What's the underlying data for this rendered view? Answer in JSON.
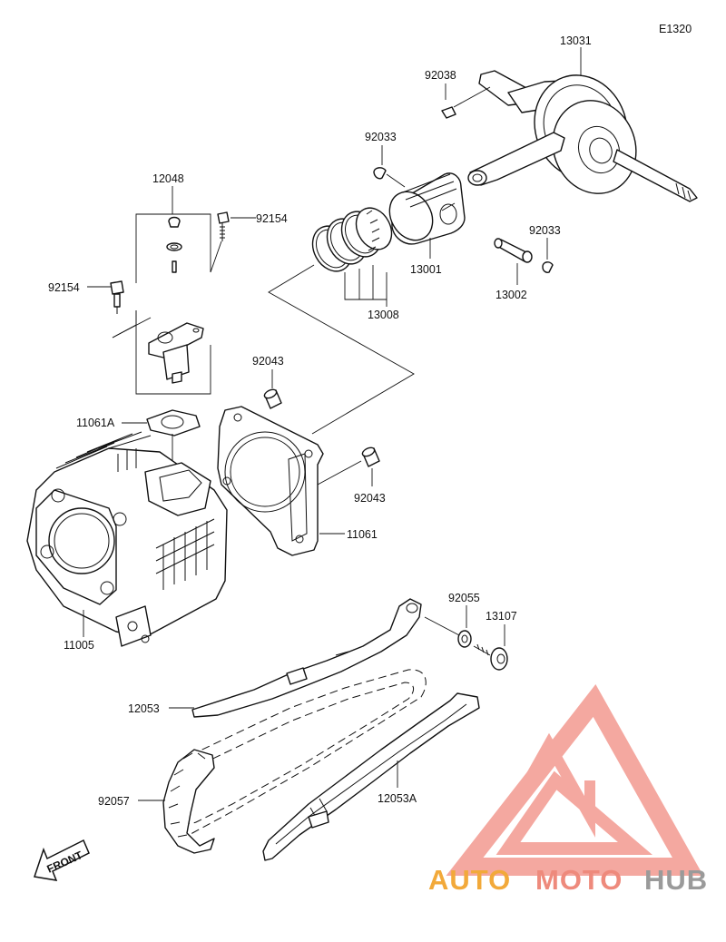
{
  "diagram_code": "E1320",
  "labels": {
    "p13031": "13031",
    "p92038": "92038",
    "p92033a": "92033",
    "p92033b": "92033",
    "p12048": "12048",
    "p92154a": "92154",
    "p92154b": "92154",
    "p13001": "13001",
    "p13002": "13002",
    "p13008": "13008",
    "p92043a": "92043",
    "p92043b": "92043",
    "p11061a": "11061A",
    "p11061": "11061",
    "p11005": "11005",
    "p92055": "92055",
    "p13107": "13107",
    "p12053": "12053",
    "p12053a": "12053A",
    "p92057": "92057"
  },
  "front_arrow": "FRONT",
  "watermark": {
    "word1": "AUTO",
    "word2": "MOTO",
    "word3": "HUB",
    "colors": {
      "orange": "#f2a93a",
      "salmon": "#ee8a7c",
      "gray": "#9a9a9a"
    }
  }
}
